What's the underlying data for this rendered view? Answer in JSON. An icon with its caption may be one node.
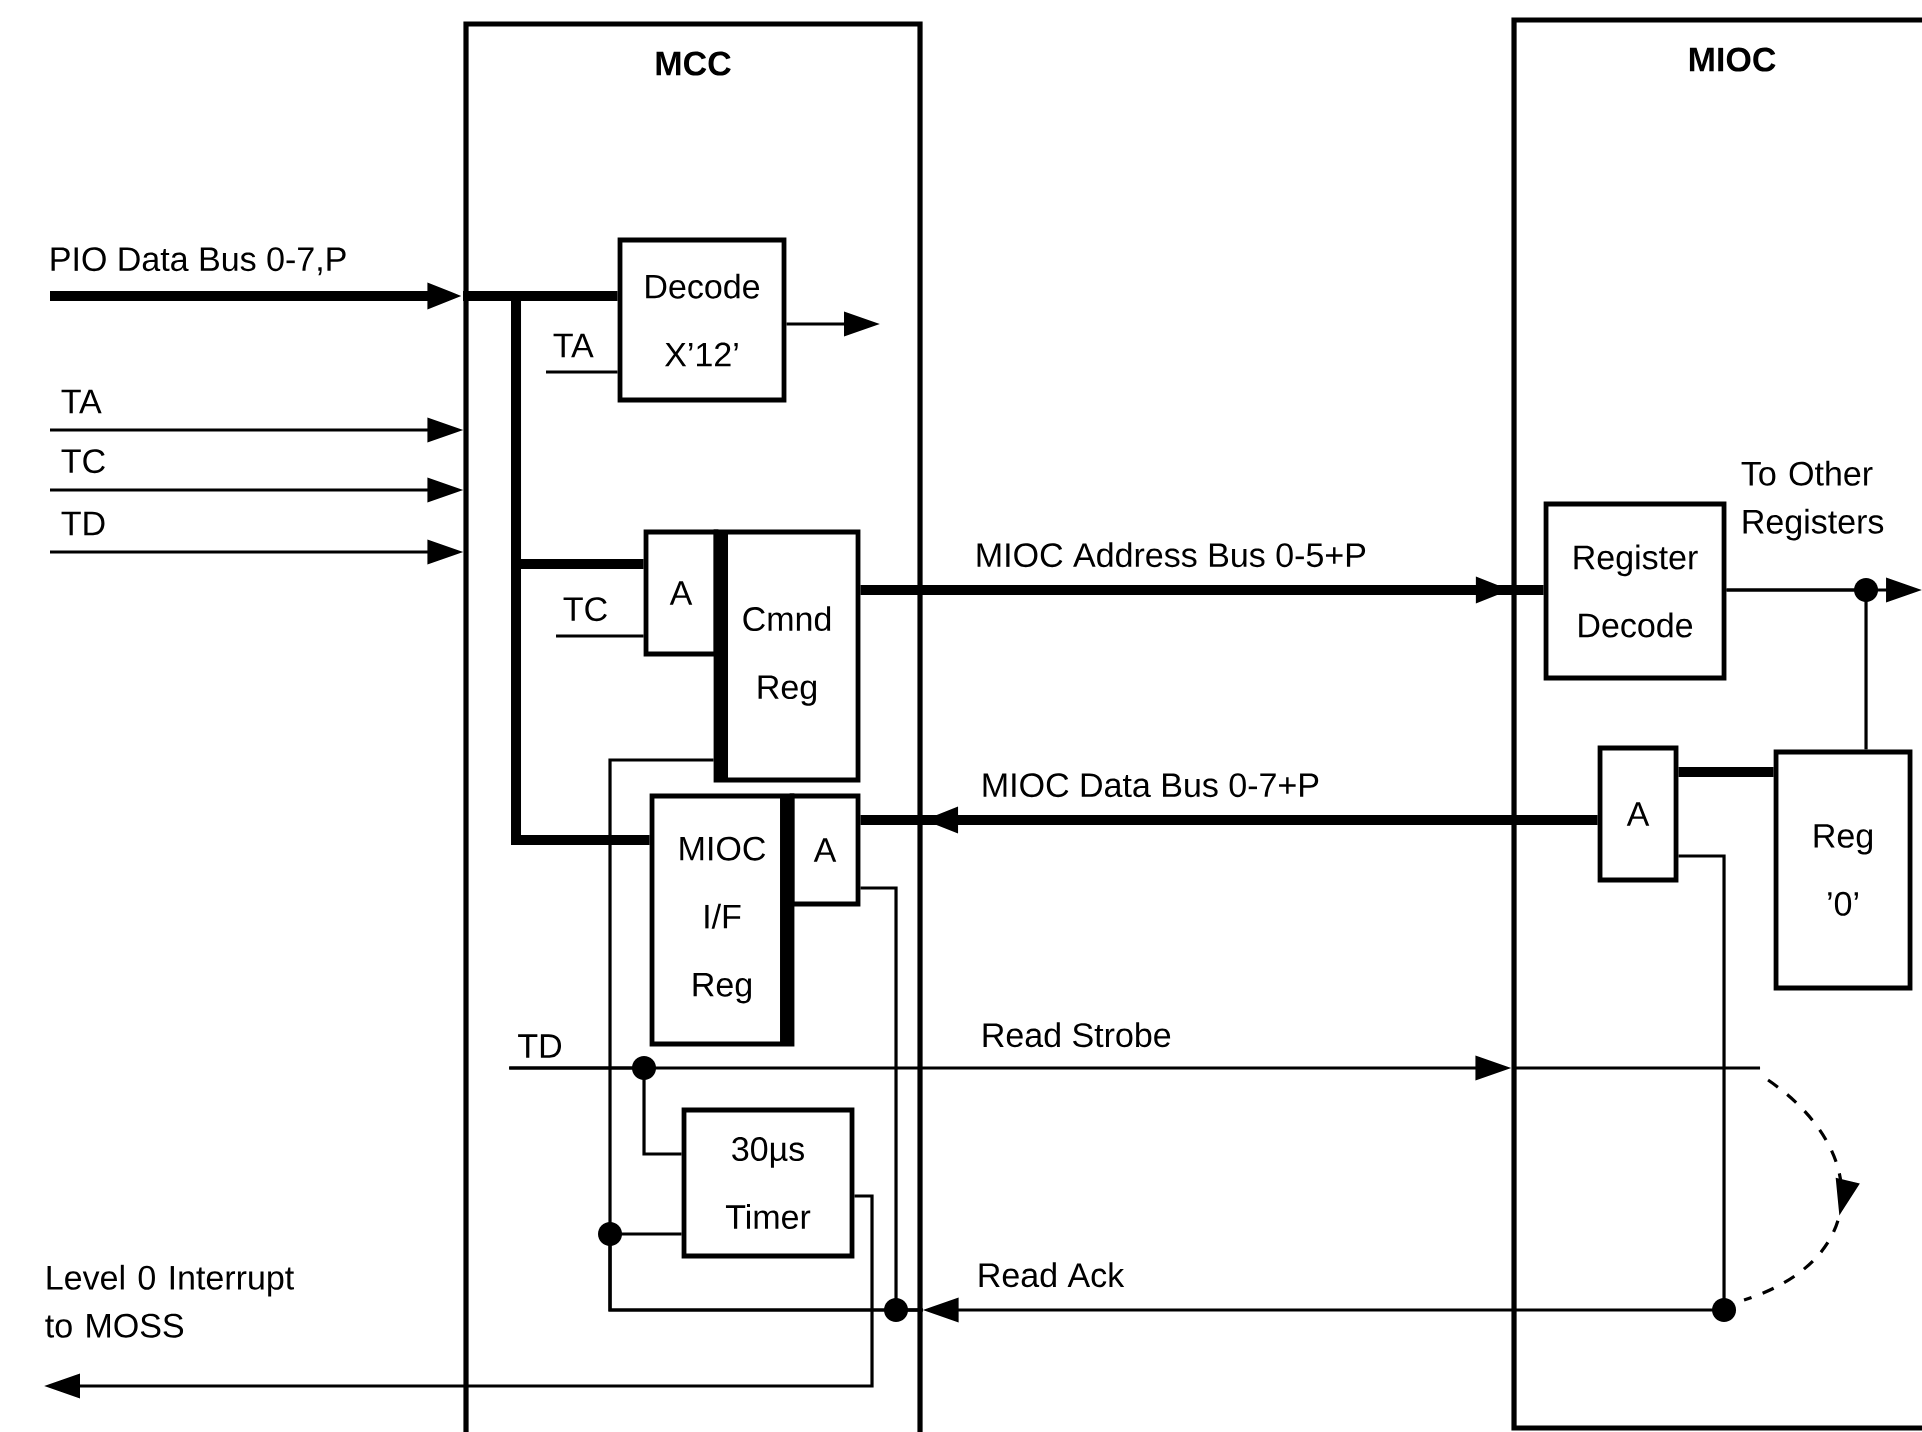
{
  "diagram": {
    "nodes": [
      {
        "text": [
          "MCC"
        ]
      },
      {
        "text": [
          "MIOC"
        ]
      },
      {
        "text": [
          "Decode X’12’"
        ],
        "in": 0
      },
      {
        "text": [
          "A"
        ],
        "in": 0
      },
      {
        "text": [
          "Cmnd Reg"
        ],
        "in": 0
      },
      {
        "text": [
          "MIOC I/F Reg"
        ],
        "in": 0
      },
      {
        "text": [
          "A"
        ],
        "in": 0
      },
      {
        "text": [
          "30µs Timer"
        ],
        "in": 0
      },
      {
        "text": [
          "Register Decode"
        ],
        "in": 1
      },
      {
        "text": [
          "A"
        ],
        "in": 1
      },
      {
        "text": [
          "Reg ’0’"
        ],
        "in": 1
      },
      {
        "text": [
          "TD"
        ],
        "in": 0
      }
    ],
    "edges": [
      {
        "from": null,
        "to": 0,
        "arrow": "to",
        "label": "PIO Data Bus 0-7,P",
        "style": "thick"
      },
      {
        "from": null,
        "to": 0,
        "arrow": "to",
        "label": "TA"
      },
      {
        "from": null,
        "to": 0,
        "arrow": "to",
        "label": "TC"
      },
      {
        "from": null,
        "to": 0,
        "arrow": "to",
        "label": "TD"
      },
      {
        "from": 0,
        "to": 2,
        "arrow": "none",
        "style": "thick"
      },
      {
        "from": 0,
        "to": 3,
        "arrow": "none",
        "style": "thick"
      },
      {
        "from": 0,
        "to": 5,
        "arrow": "none",
        "style": "thick"
      },
      {
        "from": null,
        "to": 2,
        "arrow": "none",
        "label": "TA"
      },
      {
        "from": null,
        "to": 3,
        "arrow": "none",
        "label": "TC"
      },
      {
        "from": 2,
        "to": null,
        "arrow": "to"
      },
      {
        "from": 4,
        "to": 8,
        "arrow": "to",
        "label": "MIOC Address Bus 0-5+P",
        "style": "thick"
      },
      {
        "from": 8,
        "to": null,
        "arrow": "to",
        "label": "To Other Registers"
      },
      {
        "from": 8,
        "to": 10,
        "arrow": "none"
      },
      {
        "from": 10,
        "to": 9,
        "arrow": "none",
        "style": "thick"
      },
      {
        "from": 9,
        "to": 6,
        "arrow": "to",
        "label": "MIOC Data Bus 0-7+P",
        "style": "thick"
      },
      {
        "from": 11,
        "to": 1,
        "arrow": "to",
        "label": "Read Strobe"
      },
      {
        "from": 11,
        "to": 7,
        "arrow": "none"
      },
      {
        "from": 9,
        "to": 0,
        "arrow": "to",
        "label": "Read Ack"
      },
      {
        "from": 0,
        "to": 4,
        "arrow": "none"
      },
      {
        "from": 0,
        "to": 7,
        "arrow": "none"
      },
      {
        "from": 0,
        "to": 6,
        "arrow": "none"
      },
      {
        "from": 7,
        "to": null,
        "arrow": "to",
        "label": "Level 0 Interrupt to MOSS"
      }
    ]
  }
}
